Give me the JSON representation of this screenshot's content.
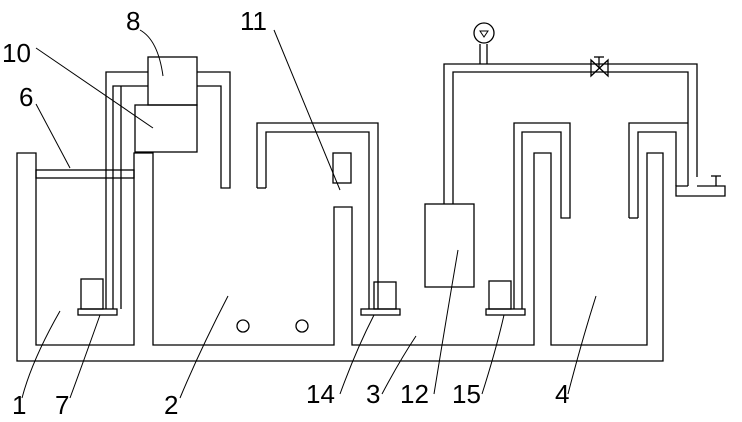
{
  "labels": {
    "n1": "1",
    "n2": "2",
    "n3": "3",
    "n4": "4",
    "n6": "6",
    "n7": "7",
    "n8": "8",
    "n10": "10",
    "n11": "11",
    "n12": "12",
    "n14": "14",
    "n15": "15"
  },
  "colors": {
    "line": "#000000",
    "background": "#ffffff"
  }
}
